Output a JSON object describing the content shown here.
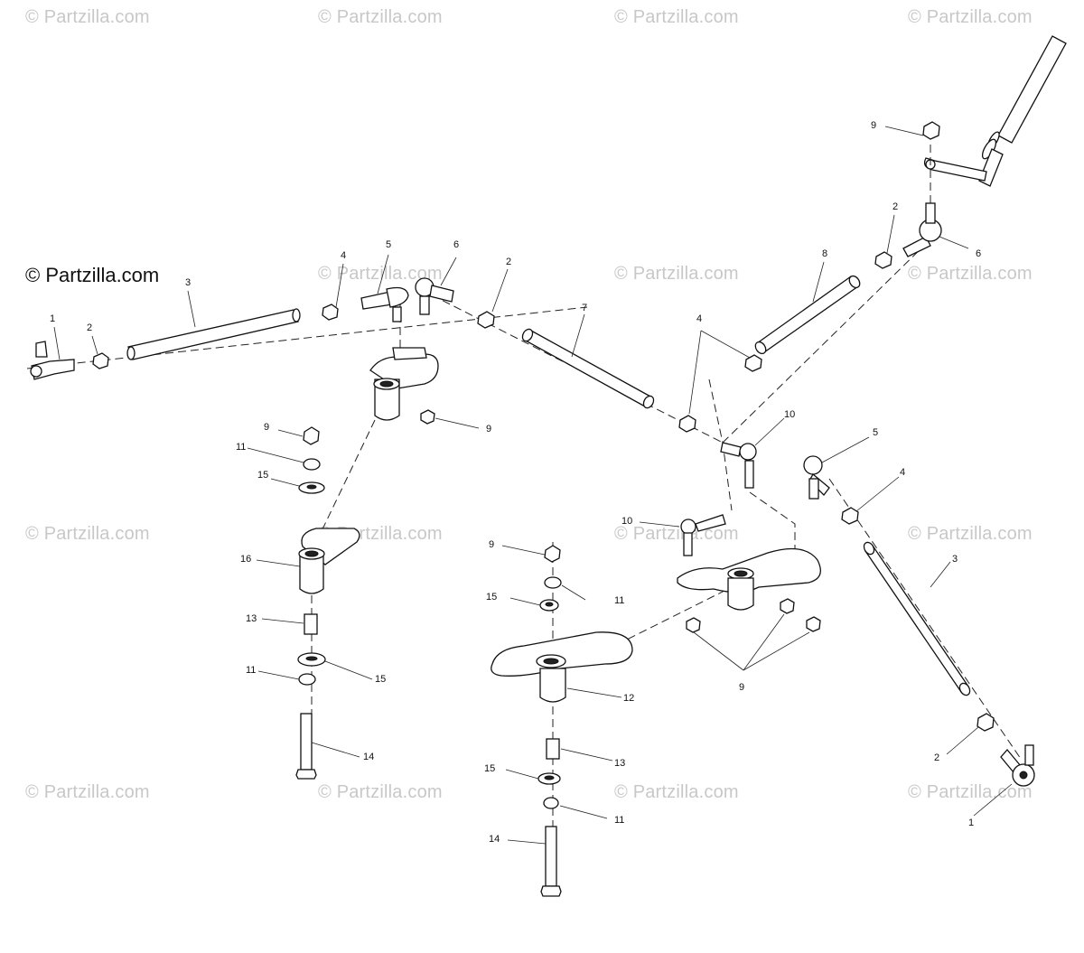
{
  "watermark": "© Partzilla.com",
  "main_watermark": "© Partzilla.com",
  "callouts": [
    "1",
    "2",
    "3",
    "4",
    "5",
    "6",
    "2",
    "7",
    "4",
    "8",
    "2",
    "6",
    "9",
    "9",
    "9",
    "11",
    "15",
    "16",
    "13",
    "11",
    "15",
    "14",
    "10",
    "10",
    "5",
    "4",
    "3",
    "9",
    "15",
    "11",
    "12",
    "13",
    "15",
    "11",
    "14",
    "9",
    "2",
    "1"
  ]
}
